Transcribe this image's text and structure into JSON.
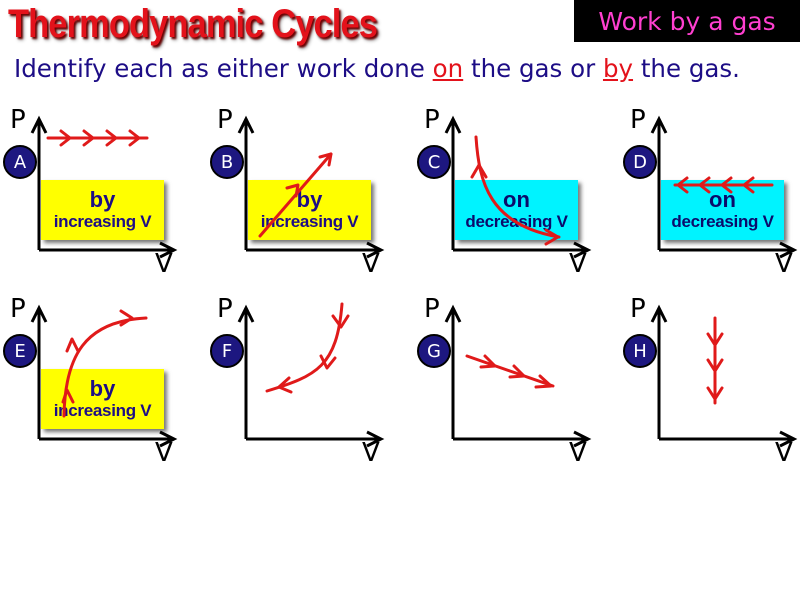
{
  "header": {
    "title": "Thermodynamic Cycles",
    "corner_label": "Work by a gas"
  },
  "instruction": {
    "part1": "Identify each as either work done ",
    "on_word": "on",
    "part2": " the gas or ",
    "by_word": "by",
    "part3": " the gas."
  },
  "axis_labels": {
    "y": "P",
    "x": "V"
  },
  "colors": {
    "title_red": "#e3121b",
    "badge_blue": "#1d1780",
    "text_navy": "#1d0d86",
    "arrow_red": "#e01a1a",
    "yellow_box": "#ffff00",
    "cyan_box": "#00f3ff",
    "corner_text": "#ff3fd0"
  },
  "panels": [
    {
      "id": "A",
      "y_label": "P",
      "x_label": "V",
      "answer": "by",
      "direction": "increasing V",
      "box_color": "yellow"
    },
    {
      "id": "B",
      "y_label": "P",
      "x_label": "V",
      "answer": "by",
      "direction": "increasing V",
      "box_color": "yellow"
    },
    {
      "id": "C",
      "y_label": "P",
      "x_label": "V",
      "answer": "on",
      "direction": "decreasing V",
      "box_color": "cyan"
    },
    {
      "id": "D",
      "y_label": "P",
      "x_label": "V",
      "answer": "on",
      "direction": "decreasing V",
      "box_color": "cyan"
    },
    {
      "id": "E",
      "y_label": "P",
      "x_label": "V",
      "answer": "by",
      "direction": "increasing V",
      "box_color": "yellow"
    },
    {
      "id": "F",
      "y_label": "P",
      "x_label": "V"
    },
    {
      "id": "G",
      "y_label": "P",
      "x_label": "V"
    },
    {
      "id": "H",
      "y_label": "P",
      "x_label": "V"
    }
  ]
}
